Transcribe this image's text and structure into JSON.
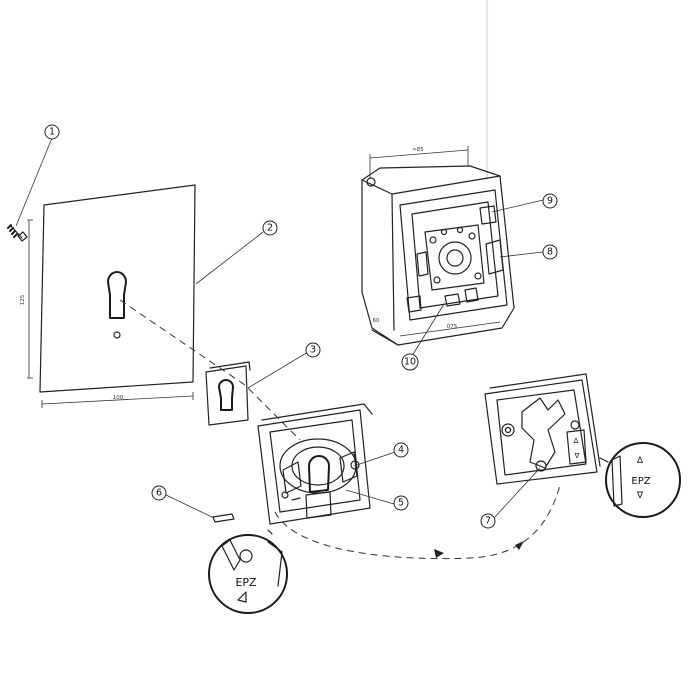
{
  "callouts": [
    {
      "label": "1"
    },
    {
      "label": "2"
    },
    {
      "label": "3"
    },
    {
      "label": "4"
    },
    {
      "label": "5"
    },
    {
      "label": "6"
    },
    {
      "label": "7"
    },
    {
      "label": "8"
    },
    {
      "label": "9"
    },
    {
      "label": "10"
    }
  ],
  "dimensions": {
    "cover_width": "100",
    "cover_height": "125",
    "housing_width": "≈85",
    "housing_depth_front": "60",
    "housing_base": "075"
  },
  "markings": {
    "detail_left": "EPZ",
    "detail_right": "EPZ",
    "arrow_up": "Δ",
    "arrow_down": "∇"
  }
}
